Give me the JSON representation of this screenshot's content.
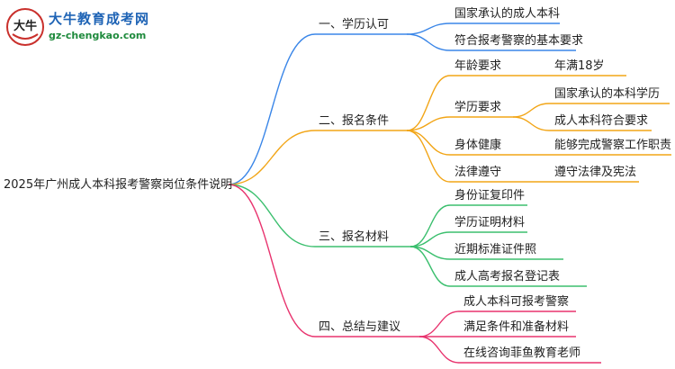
{
  "logo": {
    "title": "大牛教育成考网",
    "url": "gz-chengkao.com",
    "badge_text": "大牛"
  },
  "root": "2025年广州成人本科报考警察岗位条件说明",
  "branches": [
    {
      "label": "一、学历认可",
      "color": "#3a86e8",
      "children": [
        {
          "label": "国家承认的成人本科"
        },
        {
          "label": "符合报考警察的基本要求"
        }
      ]
    },
    {
      "label": "二、报名条件",
      "color": "#f2a516",
      "children": [
        {
          "label": "年龄要求",
          "children": [
            {
              "label": "年满18岁"
            }
          ]
        },
        {
          "label": "学历要求",
          "children": [
            {
              "label": "国家承认的本科学历"
            },
            {
              "label": "成人本科符合要求"
            }
          ]
        },
        {
          "label": "身体健康",
          "children": [
            {
              "label": "能够完成警察工作职责"
            }
          ]
        },
        {
          "label": "法律遵守",
          "children": [
            {
              "label": "遵守法律及宪法"
            }
          ]
        }
      ]
    },
    {
      "label": "三、报名材料",
      "color": "#3bbf6e",
      "children": [
        {
          "label": "身份证复印件"
        },
        {
          "label": "学历证明材料"
        },
        {
          "label": "近期标准证件照"
        },
        {
          "label": "成人高考报名登记表"
        }
      ]
    },
    {
      "label": "四、总结与建议",
      "color": "#e8336e",
      "children": [
        {
          "label": "成人本科可报考警察"
        },
        {
          "label": "满足条件和准备材料"
        },
        {
          "label": "在线咨询菲鱼教育老师"
        }
      ]
    }
  ]
}
